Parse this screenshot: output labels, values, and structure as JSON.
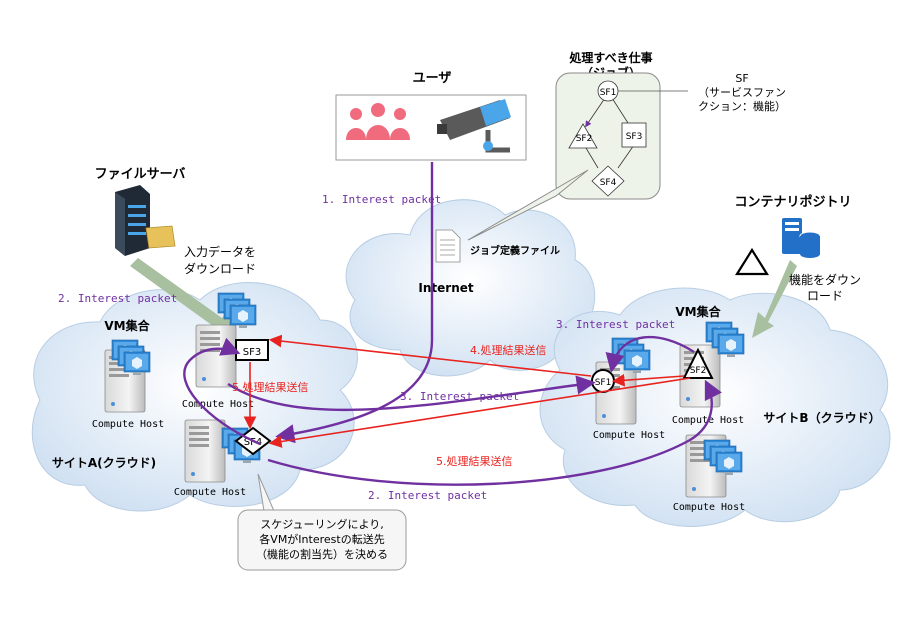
{
  "user": {
    "title": "ユーザ"
  },
  "job": {
    "title_line1": "処理すべき仕事",
    "title_line2": "（ジョブ）",
    "nodes": [
      "SF1",
      "SF2",
      "SF3",
      "SF4"
    ],
    "sf_callout_line1": "SF",
    "sf_callout_line2": "（サービスファン",
    "sf_callout_line3": "クション：機能）"
  },
  "file_server": {
    "title": "ファイルサーバ",
    "download_line1": "入力データを",
    "download_line2": "ダウンロード"
  },
  "container_registry": {
    "title": "コンテナリポジトリ",
    "download_line1": "機能をダウン",
    "download_line2": "ロード"
  },
  "internet": {
    "label": "Internet",
    "job_file_label": "ジョブ定義ファイル"
  },
  "site_a": {
    "name": "サイトA(クラウド)",
    "vm_group": "VM集合",
    "hosts": [
      "Compute Host",
      "Compute Host",
      "Compute Host"
    ],
    "sf3": "SF3",
    "sf4": "SF4"
  },
  "site_b": {
    "name": "サイトB（クラウド）",
    "vm_group": "VM集合",
    "hosts": [
      "Compute Host",
      "Compute Host",
      "Compute Host"
    ],
    "sf1": "SF1",
    "sf2": "SF2"
  },
  "flows": {
    "interest1": "1. Interest packet",
    "interest2a": "2. Interest packet",
    "interest2b": "2. Interest packet",
    "interest3a": "3. Interest packet",
    "interest3b": "3. Interest packet",
    "result4": "4.処理結果送信",
    "result5a": "5.処理結果送信",
    "result5b": "5.処理結果送信"
  },
  "note": {
    "line1": "スケジューリングにより,",
    "line2": "各VMがInterestの転送先",
    "line3": "（機能の割当先）を決める"
  },
  "colors": {
    "interest": "#7030a0",
    "result": "#e8231f",
    "cloud": "#dce8f5",
    "download_arrow": "#a9c0a0",
    "user_icon": "#f06b7d",
    "vm_blue": "#2e8ad8"
  }
}
